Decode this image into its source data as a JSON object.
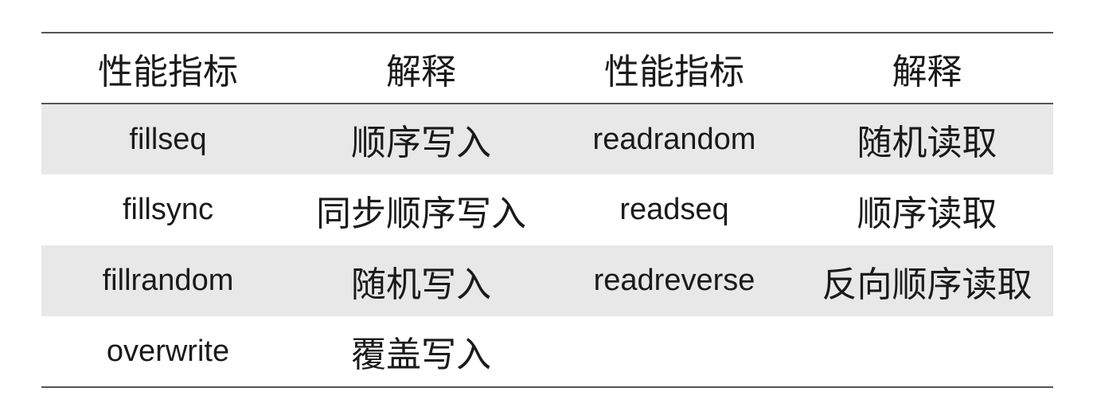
{
  "table": {
    "headers": [
      "性能指标",
      "解释",
      "性能指标",
      "解释"
    ],
    "rows": [
      [
        "fillseq",
        "顺序写入",
        "readrandom",
        "随机读取"
      ],
      [
        "fillsync",
        "同步顺序写入",
        "readseq",
        "顺序读取"
      ],
      [
        "fillrandom",
        "随机写入",
        "readreverse",
        "反向顺序读取"
      ],
      [
        "overwrite",
        "覆盖写入",
        "",
        ""
      ]
    ]
  },
  "colors": {
    "row_shade": "#e8e8e8",
    "rule": "#555555",
    "text": "#1a1a1a"
  }
}
